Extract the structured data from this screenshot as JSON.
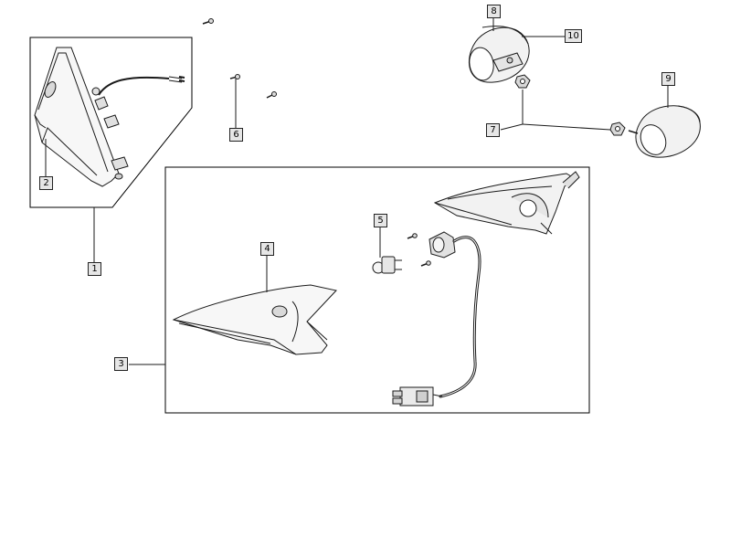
{
  "callouts": {
    "c1": "1",
    "c2": "2",
    "c3": "3",
    "c4": "4",
    "c5": "5",
    "c6": "6",
    "c7": "7",
    "c8": "8",
    "c9": "9",
    "c10": "10"
  },
  "colors": {
    "line": "#1a1a1a",
    "label_fill": "#e6e6e6",
    "part_shade": "#cfcfcf"
  }
}
